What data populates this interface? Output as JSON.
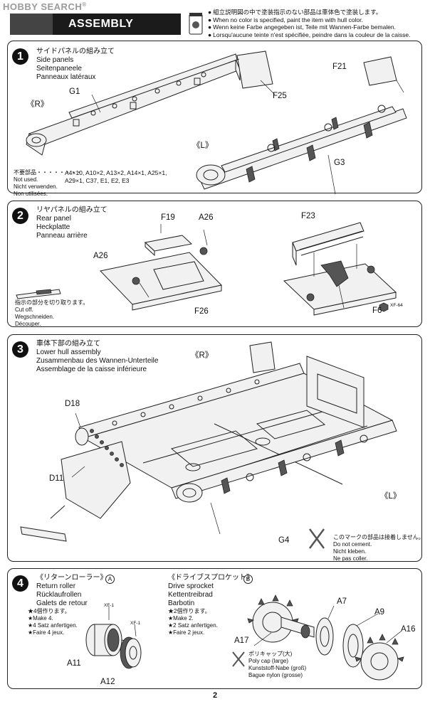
{
  "watermark": {
    "text": "HOBBY SEARCH",
    "mark": "®"
  },
  "header": {
    "title": "ASSEMBLY",
    "notes": [
      "組立説明図の中で塗装指示のない部品は車体色で塗装します。",
      "When no color is specified, paint the item with hull color.",
      "Wenn keine Farbe angegeben ist, Teile mit Wannen-Farbe bemalen.",
      "Lorsqu'aucune teinte n'est spécifiée, peindre dans la couleur de la caisse."
    ]
  },
  "steps": [
    {
      "number": "1",
      "title": [
        "サイドパネルの組み立て",
        "Side panels",
        "Seitenpaneele",
        "Panneaux latéraux"
      ],
      "labels": {
        "R": "《R》",
        "L": "《L》",
        "G1": "G1",
        "G3": "G3",
        "F25": "F25",
        "F21": "F21"
      },
      "not_used": {
        "languages": [
          "不要部品",
          "Not used.",
          "Nicht verwenden.",
          "Non utilisées."
        ],
        "dots": "・・・・・・・・",
        "parts": [
          "A4×10, A10×2, A13×2, A14×1, A25×1,",
          "A29×1, C37, E1, E2, E3"
        ]
      }
    },
    {
      "number": "2",
      "title": [
        "リヤパネルの組み立て",
        "Rear panel",
        "Heckplatte",
        "Panneau arrière"
      ],
      "labels": {
        "F19": "F19",
        "A26a": "A26",
        "A26b": "A26",
        "F26": "F26",
        "F23": "F23",
        "F6": "F6",
        "paint": "XF-64"
      },
      "cut_note": [
        "指示の部分を切り取ります。",
        "Cut off.",
        "Wegschneiden.",
        "Découper."
      ]
    },
    {
      "number": "3",
      "title": [
        "車体下部の組み立て",
        "Lower hull assembly",
        "Zusammenbau des Wannen-Unterteile",
        "Assemblage de la caisse inférieure"
      ],
      "labels": {
        "R": "《R》",
        "L": "《L》",
        "D18": "D18",
        "D11": "D11",
        "G4": "G4"
      },
      "glue_note": [
        "このマークの部品は接着しません。",
        "Do not cement.",
        "Nicht kleben.",
        "Ne pas coller."
      ]
    },
    {
      "number": "4",
      "sub_a": {
        "mark": "A",
        "title": [
          "《リターンローラー》",
          "Return roller",
          "Rücklaufrollen",
          "Galets de retour"
        ],
        "make": [
          "★4個作ります。",
          "★Make 4.",
          "★4 Satz anfertigen.",
          "★Faire 4 jeux."
        ],
        "labels": {
          "A11": "A11",
          "A12": "A12",
          "paint1": "XF-1",
          "paint2": "XF-1"
        }
      },
      "sub_b": {
        "mark": "B",
        "title": [
          "《ドライブスプロケット》",
          "Drive sprocket",
          "Kettentreibrad",
          "Barbotin"
        ],
        "make": [
          "★2個作ります。",
          "★Make 2.",
          "★2 Satz anfertigen.",
          "★Faire 2 jeux."
        ],
        "labels": {
          "A7": "A7",
          "A9": "A9",
          "A16": "A16",
          "A17": "A17"
        },
        "cap_note": [
          "ポリキャップ(大)",
          "Poly cap (large)",
          "Kunststoff-Nabe (groß)",
          "Bague nylon (grosse)"
        ]
      }
    }
  ],
  "page_number": "2"
}
